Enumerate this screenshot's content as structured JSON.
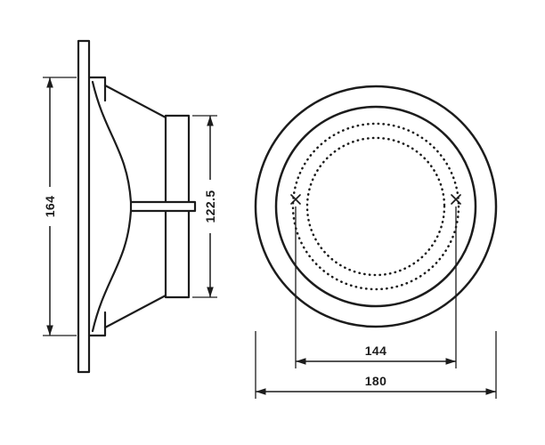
{
  "dimensions": {
    "overall_height": "164",
    "depth": "122.5",
    "mounting_hole_spacing": "144",
    "outer_diameter": "180"
  },
  "colors": {
    "line": "#1c1c1c",
    "background": "#ffffff"
  }
}
